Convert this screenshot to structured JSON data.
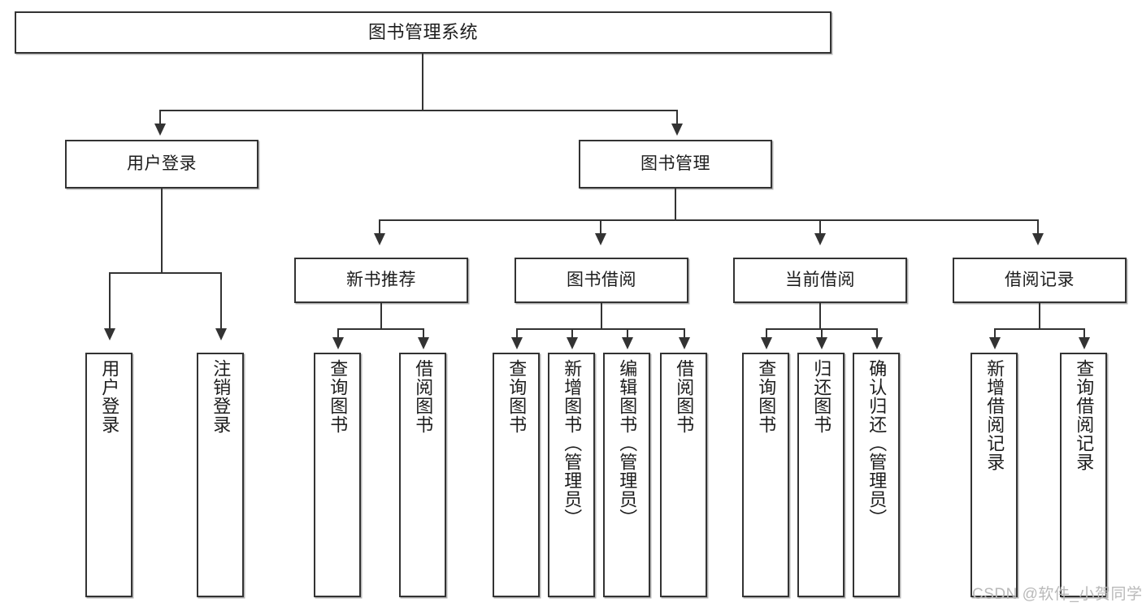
{
  "diagram": {
    "type": "tree-hierarchy-diagram",
    "title": "图书管理系统",
    "watermark": "CSDN @软件_小贺同学",
    "colors": {
      "background": "#ffffff",
      "box_border": "#333333",
      "box_fill": "#ffffff",
      "connector": "#333333",
      "text": "#1d1d1d",
      "watermark": "#b9b9b9"
    },
    "levels": 3,
    "nodes": {
      "root": {
        "label": "图书管理系统",
        "orientation": "horizontal"
      },
      "level1": [
        {
          "id": "user-login",
          "label": "用户登录",
          "orientation": "horizontal"
        },
        {
          "id": "book-management",
          "label": "图书管理",
          "orientation": "horizontal"
        }
      ],
      "level2": [
        {
          "id": "new-book-recommend",
          "label": "新书推荐",
          "orientation": "horizontal",
          "parent": "book-management"
        },
        {
          "id": "book-borrow",
          "label": "图书借阅",
          "orientation": "horizontal",
          "parent": "book-management"
        },
        {
          "id": "current-borrow",
          "label": "当前借阅",
          "orientation": "horizontal",
          "parent": "book-management"
        },
        {
          "id": "borrow-record",
          "label": "借阅记录",
          "orientation": "horizontal",
          "parent": "book-management"
        }
      ],
      "leaves": [
        {
          "id": "leaf-user-login",
          "label": "用户登录",
          "parent": "user-login",
          "orientation": "vertical"
        },
        {
          "id": "leaf-logout-login",
          "label": "注销登录",
          "parent": "user-login",
          "orientation": "vertical"
        },
        {
          "id": "leaf-query-book-1",
          "label": "查询图书",
          "parent": "new-book-recommend",
          "orientation": "vertical"
        },
        {
          "id": "leaf-borrow-book-1",
          "label": "借阅图书",
          "parent": "new-book-recommend",
          "orientation": "vertical"
        },
        {
          "id": "leaf-query-book-2",
          "label": "查询图书",
          "parent": "book-borrow",
          "orientation": "vertical"
        },
        {
          "id": "leaf-add-book",
          "label": "新增图书（管理员）",
          "parent": "book-borrow",
          "orientation": "vertical"
        },
        {
          "id": "leaf-edit-book",
          "label": "编辑图书（管理员）",
          "parent": "book-borrow",
          "orientation": "vertical"
        },
        {
          "id": "leaf-borrow-book-2",
          "label": "借阅图书",
          "parent": "book-borrow",
          "orientation": "vertical"
        },
        {
          "id": "leaf-query-book-3",
          "label": "查询图书",
          "parent": "current-borrow",
          "orientation": "vertical"
        },
        {
          "id": "leaf-return-book",
          "label": "归还图书",
          "parent": "current-borrow",
          "orientation": "vertical"
        },
        {
          "id": "leaf-confirm-return",
          "label": "确认归还（管理员）",
          "parent": "current-borrow",
          "orientation": "vertical"
        },
        {
          "id": "leaf-add-record",
          "label": "新增借阅记录",
          "parent": "borrow-record",
          "orientation": "vertical"
        },
        {
          "id": "leaf-query-record",
          "label": "查询借阅记录",
          "parent": "borrow-record",
          "orientation": "vertical"
        }
      ]
    }
  }
}
